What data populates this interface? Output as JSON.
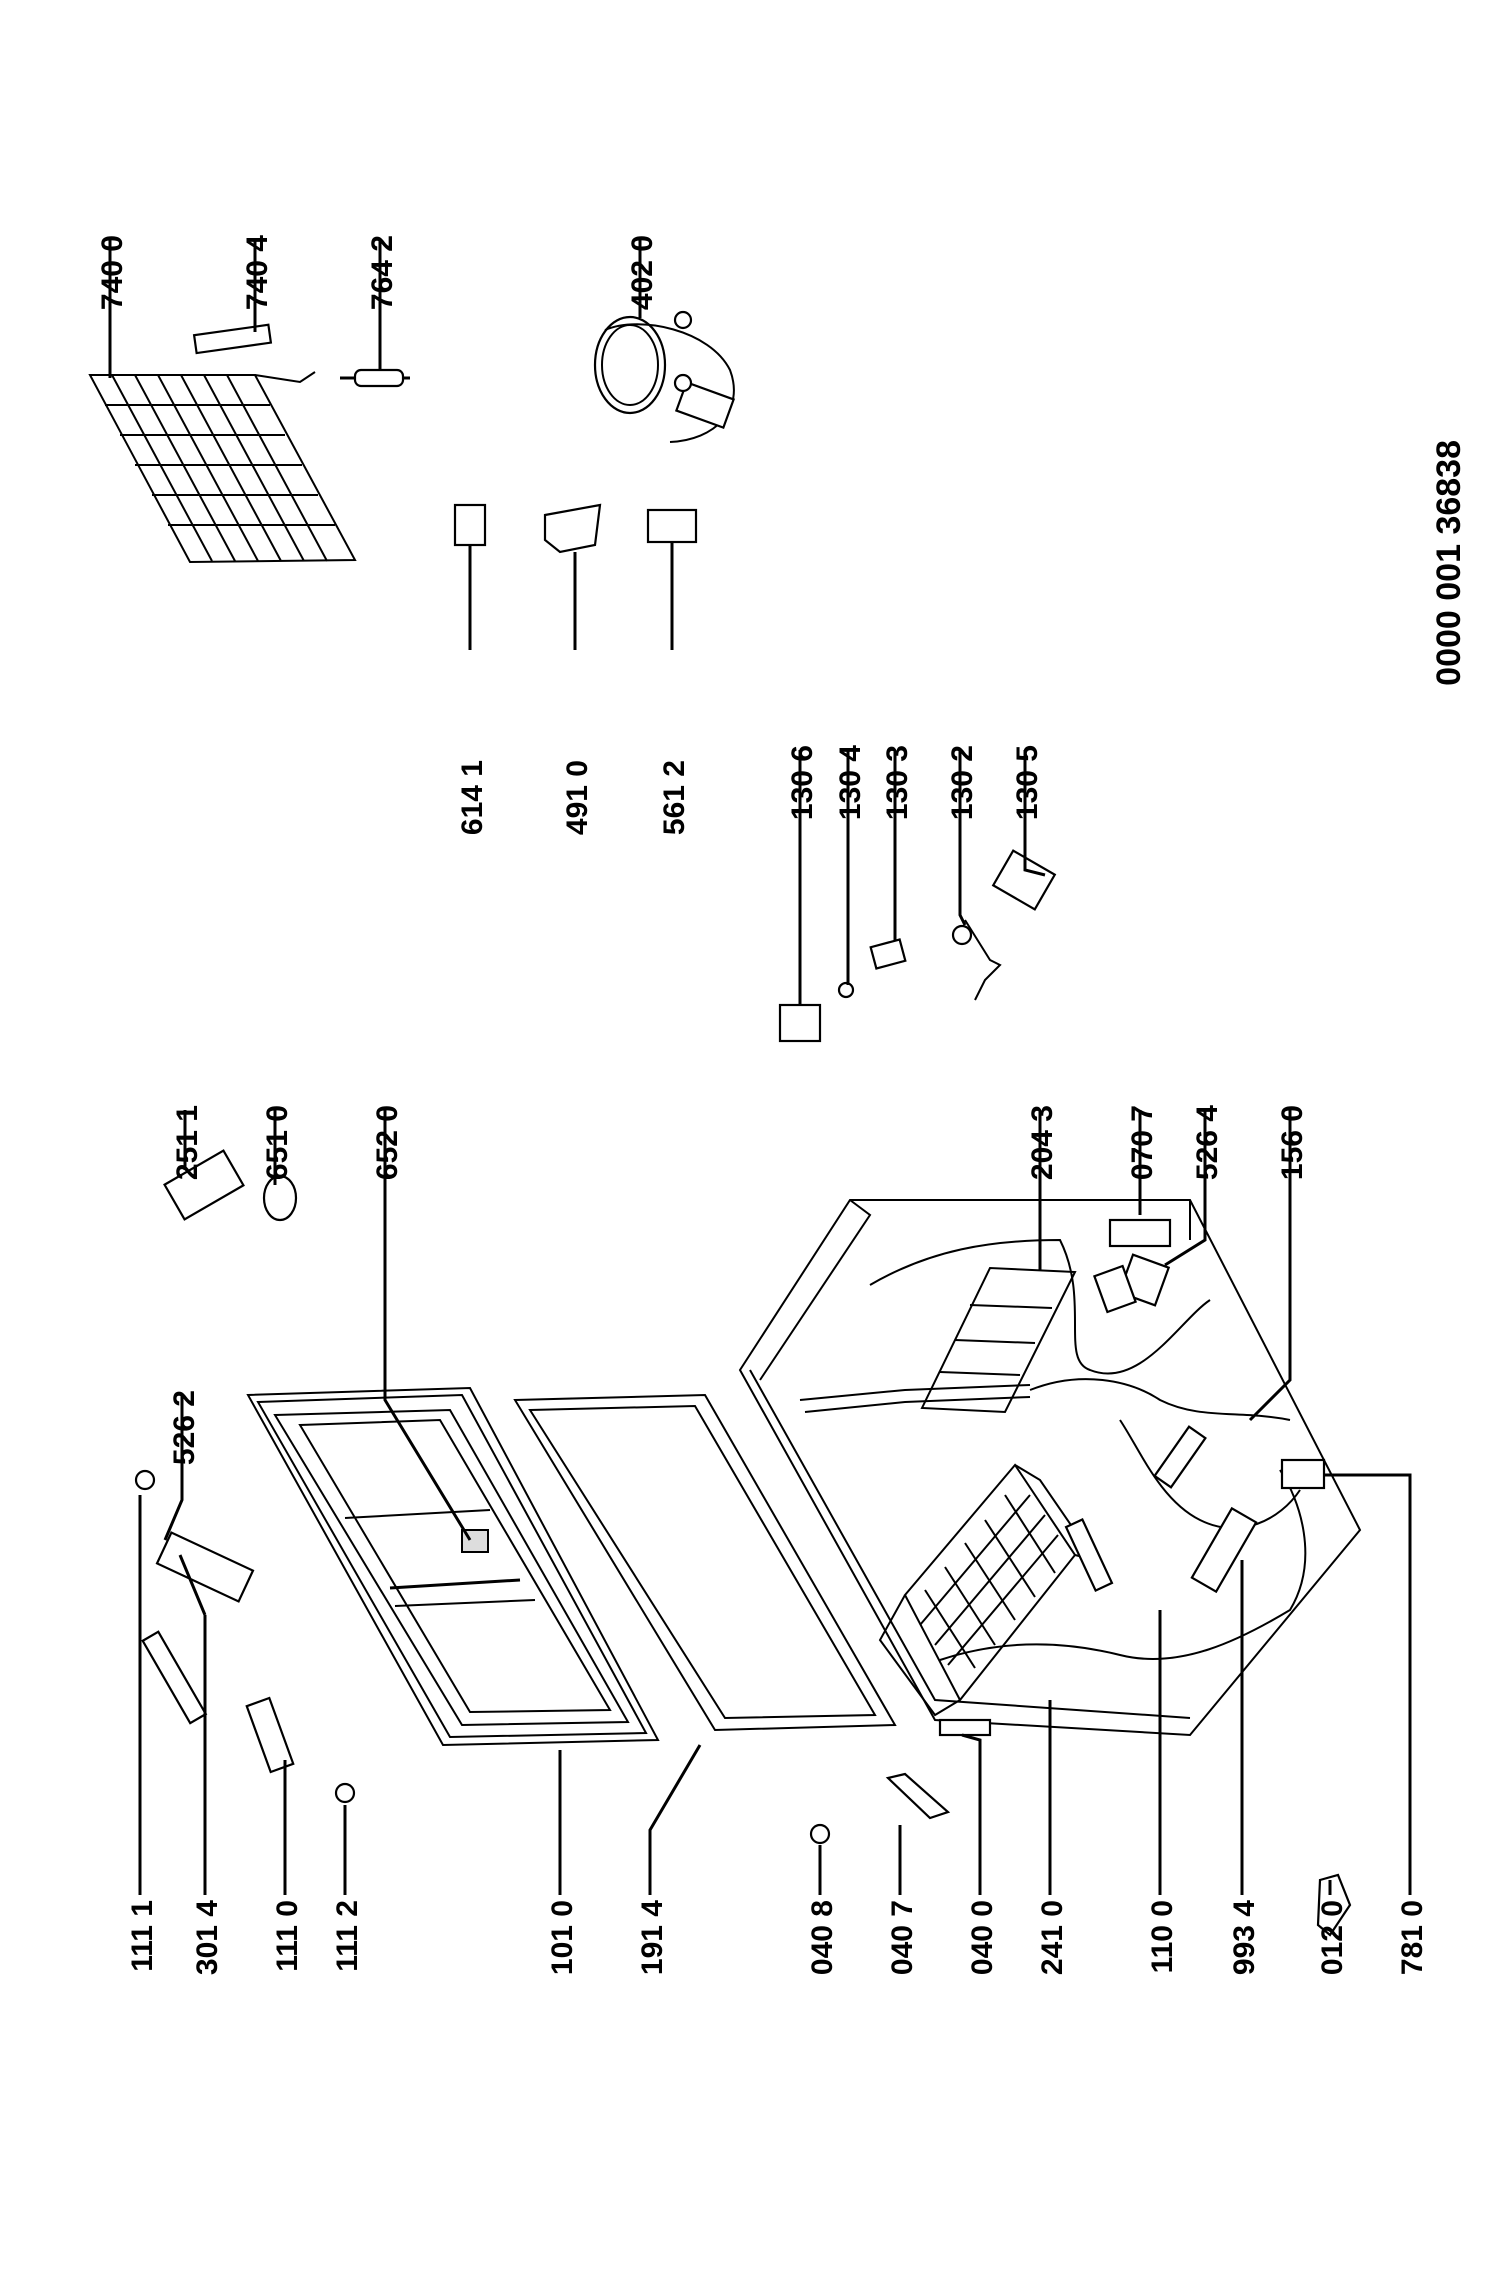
{
  "document_number": "0000 001 36838",
  "callouts": [
    {
      "id": "c1111",
      "text": "111 1"
    },
    {
      "id": "c3014",
      "text": "301 4"
    },
    {
      "id": "c1110",
      "text": "111 0"
    },
    {
      "id": "c1112",
      "text": "111 2"
    },
    {
      "id": "c1010",
      "text": "101 0"
    },
    {
      "id": "c1914",
      "text": "191 4"
    },
    {
      "id": "c0408",
      "text": "040 8"
    },
    {
      "id": "c0407",
      "text": "040 7"
    },
    {
      "id": "c0400",
      "text": "040 0"
    },
    {
      "id": "c2410",
      "text": "241 0"
    },
    {
      "id": "c1100",
      "text": "110 0"
    },
    {
      "id": "c9934",
      "text": "993 4"
    },
    {
      "id": "c0120",
      "text": "012 0"
    },
    {
      "id": "c7810",
      "text": "781 0"
    },
    {
      "id": "c5262",
      "text": "526 2"
    },
    {
      "id": "c2511",
      "text": "251 1"
    },
    {
      "id": "c6510",
      "text": "651 0"
    },
    {
      "id": "c6520",
      "text": "652 0"
    },
    {
      "id": "c2043",
      "text": "204 3"
    },
    {
      "id": "c0707",
      "text": "070 7"
    },
    {
      "id": "c5264",
      "text": "526 4"
    },
    {
      "id": "c1560",
      "text": "156 0"
    },
    {
      "id": "c1306",
      "text": "130 6"
    },
    {
      "id": "c1304",
      "text": "130 4"
    },
    {
      "id": "c1303",
      "text": "130 3"
    },
    {
      "id": "c1302",
      "text": "130 2"
    },
    {
      "id": "c1305",
      "text": "130 5"
    },
    {
      "id": "c6141",
      "text": "614 1"
    },
    {
      "id": "c4910",
      "text": "491 0"
    },
    {
      "id": "c5612",
      "text": "561 2"
    },
    {
      "id": "c7400",
      "text": "740 0"
    },
    {
      "id": "c7404",
      "text": "740 4"
    },
    {
      "id": "c7642",
      "text": "764 2"
    },
    {
      "id": "c4020",
      "text": "402 0"
    }
  ]
}
